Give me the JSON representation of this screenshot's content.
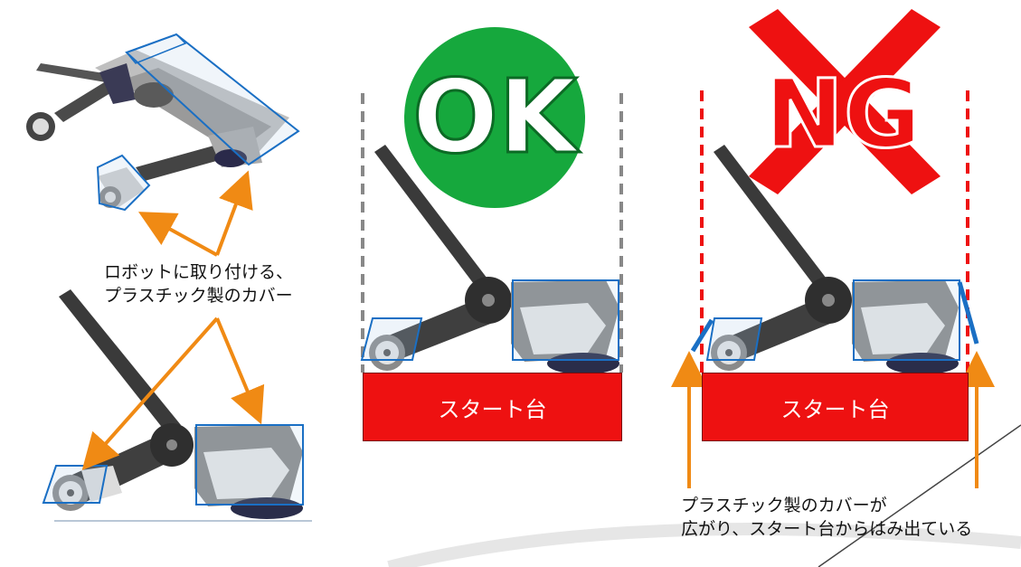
{
  "labels": {
    "cover_caption_line1": "ロボットに取り付ける、",
    "cover_caption_line2": "プラスチック製のカバー",
    "ng_caption_line1": "プラスチック製のカバーが",
    "ng_caption_line2": "広がり、スタート台からはみ出ている"
  },
  "ok_panel": {
    "stamp_text": "OK",
    "platform_label": "スタート台"
  },
  "ng_panel": {
    "stamp_text": "NG",
    "platform_label": "スタート台"
  },
  "colors": {
    "ok_green": "#16a83d",
    "ng_red": "#ee1111",
    "arrow_orange": "#f08a14",
    "cover_blue": "#1a6fc4",
    "robot_dark": "#3a3a3a",
    "guide_gray": "#888888"
  },
  "icons": [
    "robot-3d-view",
    "robot-side-view",
    "ok-stamp",
    "ng-cross-stamp"
  ]
}
